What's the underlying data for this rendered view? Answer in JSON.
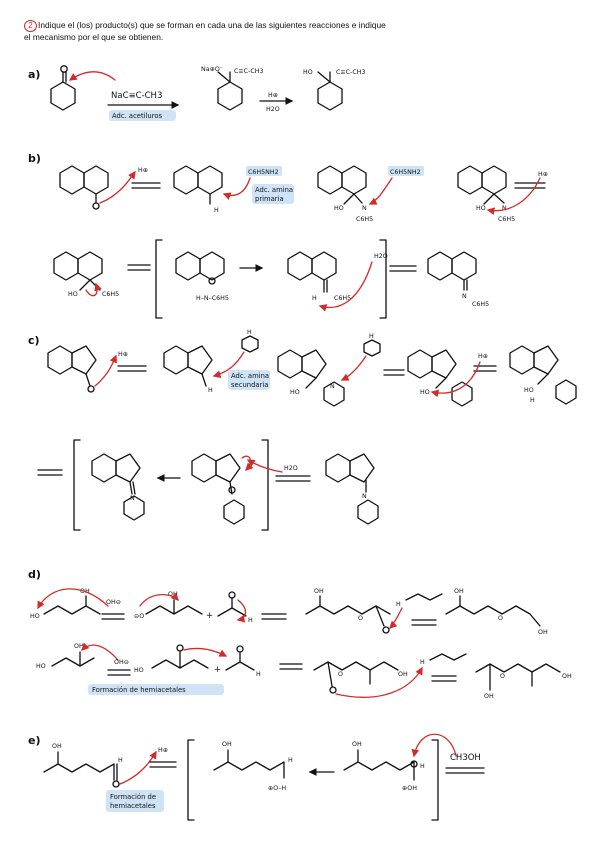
{
  "question": {
    "number": "2",
    "line1": "Indique el (los) producto(s) que se forman en cada una de las siguientes reacciones e indique",
    "line2": "el mecanismo por el que se obtienen."
  },
  "sections": {
    "a": "a)",
    "b": "b)",
    "c": "c)",
    "d": "d)",
    "e": "e)"
  },
  "a": {
    "reagent": "NaC≡C-CH3",
    "mech": "Adc. acetiluros",
    "prod1_alkyne": "C≡C-CH3",
    "prod1_na": "Na⊕O⁻",
    "hplus": "H⊕",
    "h2o": "H2O",
    "prod2_ho": "HO",
    "prod2_alkyne": "C≡C-CH3"
  },
  "b": {
    "hplus": "H⊕",
    "amine": "C6H5NH2",
    "mech_line1": "Adc. amina",
    "mech_line2": "primaria",
    "h2o": "H2O",
    "nlabel": "N",
    "c6h5": "C6H5",
    "ho": "HO",
    "h": "H",
    "hn": "H–N–C6H5",
    "amine2": "C6H5NH2"
  },
  "c": {
    "hplus": "H⊕",
    "mech_line1": "Adc. amina",
    "mech_line2": "secundaria",
    "h2o": "H2O",
    "ho": "HO",
    "h": "H",
    "n": "N"
  },
  "d": {
    "oh": "OH",
    "ho": "HO",
    "oh_minus": "OH⊖",
    "o_minus": "⊖O",
    "h": "H",
    "o": "O",
    "plus": "+",
    "mech": "Formación de hemiacetales"
  },
  "e": {
    "oh": "OH",
    "hplus": "H⊕",
    "h": "H",
    "o": "O",
    "o_h": "⊕O–H",
    "oh_plus": "⊕OH",
    "ch3oh": "CH3OH",
    "mech_line1": "Formación de",
    "mech_line2": "hemiacetales"
  }
}
